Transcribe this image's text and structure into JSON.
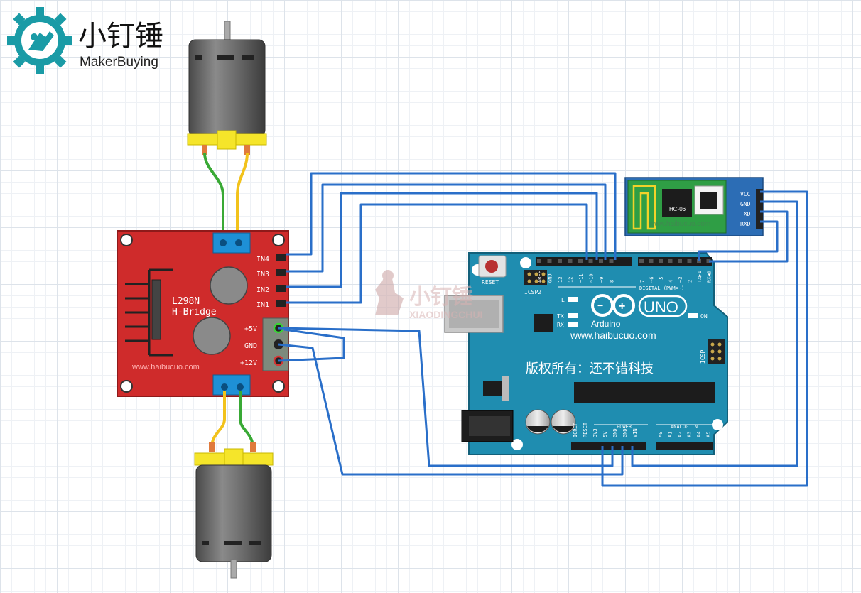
{
  "logo": {
    "title": "小钉锤",
    "subtitle": "MakerBuying"
  },
  "driver": {
    "name": "L298N",
    "subtitle": "H-Bridge",
    "url": "www.haibucuo.com",
    "inputs": [
      "IN4",
      "IN3",
      "IN2",
      "IN1"
    ],
    "power": [
      "+5V",
      "GND",
      "+12V"
    ]
  },
  "bluetooth": {
    "model": "HC-06",
    "url": "www.haibucuo.com",
    "pins": [
      "VCC",
      "GND",
      "TXD",
      "RXD"
    ]
  },
  "arduino": {
    "brand": "Arduino",
    "model": "UNO",
    "url": "www.haibucuo.com",
    "copyright": "版权所有：还不错科技",
    "reset": "RESET",
    "icsp2": "ICSP2",
    "icsp": "ICSP",
    "on": "ON",
    "led_l": "L",
    "led_tx": "TX",
    "led_rx": "RX",
    "digital_label": "DIGITAL (PWM=~)",
    "digital_pins": [
      "AREF",
      "GND",
      "13",
      "12",
      "~11",
      "~10",
      "~9",
      "8",
      "7",
      "~6",
      "~5",
      "4",
      "~3",
      "2",
      "TX▶1",
      "RX◀0"
    ],
    "power_label": "POWER",
    "power_pins": [
      "IOREF",
      "RESET",
      "3V3",
      "5V",
      "GND",
      "GND",
      "VIN"
    ],
    "analog_label": "ANALOG IN",
    "analog_pins": [
      "A0",
      "A1",
      "A2",
      "A3",
      "A4",
      "A5"
    ]
  },
  "watermark": {
    "title": "小钉锤",
    "subtitle": "XIAODINGCHUI"
  },
  "colors": {
    "wire": "#2a6fc9",
    "board_red": "#cf2b2b",
    "arduino_blue": "#1f8db0",
    "bt_blue": "#2c6db5",
    "terminal": "#1e90d6",
    "logo_teal": "#1a9ba6",
    "wire_green": "#39a935",
    "wire_yellow": "#f2c21b"
  }
}
